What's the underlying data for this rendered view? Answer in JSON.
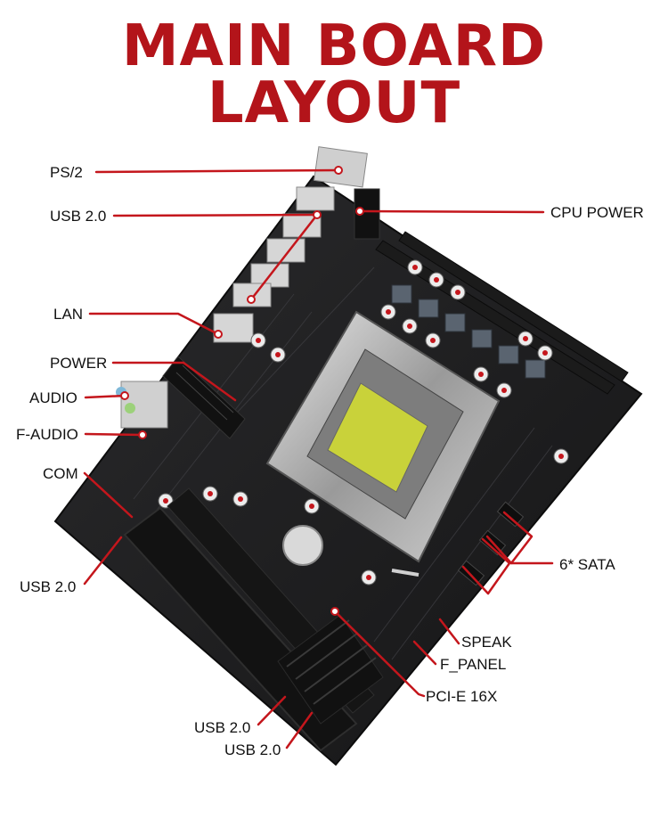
{
  "title": "MAIN BOARD LAYOUT",
  "accent_color": "#c4161c",
  "labels": {
    "ps2": "PS/2",
    "usb_top": "USB 2.0",
    "cpu_power": "CPU POWER",
    "lan": "LAN",
    "power": "POWER",
    "audio": "AUDIO",
    "f_audio": "F-AUDIO",
    "com": "COM",
    "usb_left": "USB 2.0",
    "sata": "6* SATA",
    "speak": "SPEAK",
    "f_panel": "F_PANEL",
    "pcie": "PCI-E 16X",
    "usb_bottom_1": "USB 2.0",
    "usb_bottom_2": "USB 2.0"
  }
}
